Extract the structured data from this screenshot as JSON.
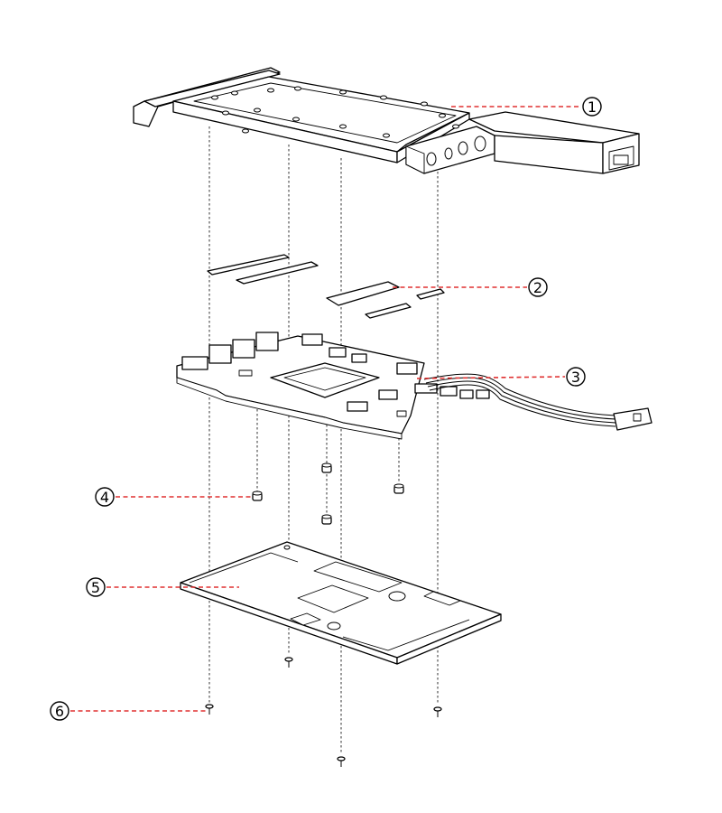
{
  "callouts": [
    {
      "id": "1",
      "label": "1"
    },
    {
      "id": "2",
      "label": "2"
    },
    {
      "id": "3",
      "label": "3"
    },
    {
      "id": "4",
      "label": "4"
    },
    {
      "id": "5",
      "label": "5"
    },
    {
      "id": "6",
      "label": "6"
    }
  ],
  "colors": {
    "leader": "#e03030",
    "outline": "#000000",
    "background": "#ffffff"
  }
}
